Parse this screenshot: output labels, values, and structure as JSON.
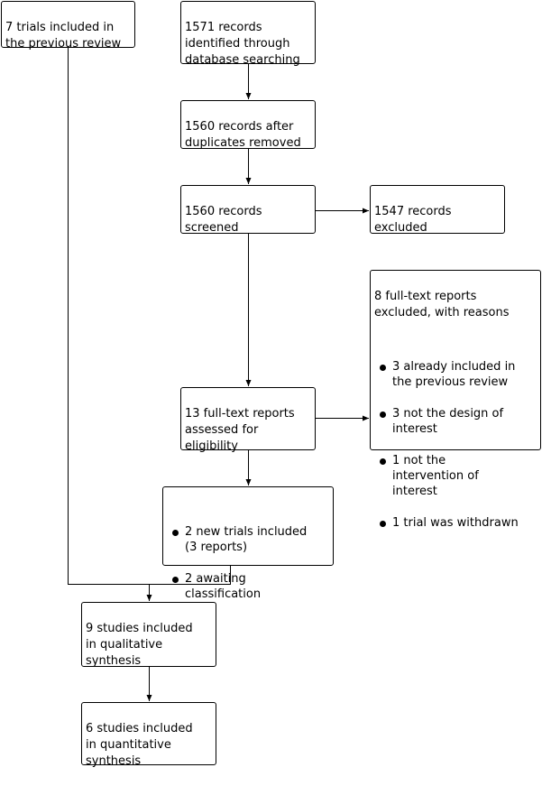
{
  "boxes": {
    "previous_review": "7 trials included in\nthe previous review",
    "identified": "1571 records\nidentified through\ndatabase searching",
    "after_duplicates": "1560 records after\nduplicates removed",
    "screened": "1560 records\nscreened",
    "excluded": "1547 records\nexcluded",
    "fulltext_excluded": {
      "title": "8 full-text reports\nexcluded, with reasons",
      "reasons": [
        "3 already included in\nthe previous review",
        "3 not the design of\ninterest",
        "1 not the\nintervention of\ninterest",
        "1 trial was withdrawn"
      ]
    },
    "assessed": "13 full-text reports\nassessed for\neligibility",
    "new_trials": {
      "items": [
        "2 new trials included\n(3 reports)",
        "2 awaiting\nclassification"
      ]
    },
    "qualitative": "9 studies included\nin qualitative\nsynthesis",
    "quantitative": "6 studies included\nin quantitative\nsynthesis"
  }
}
